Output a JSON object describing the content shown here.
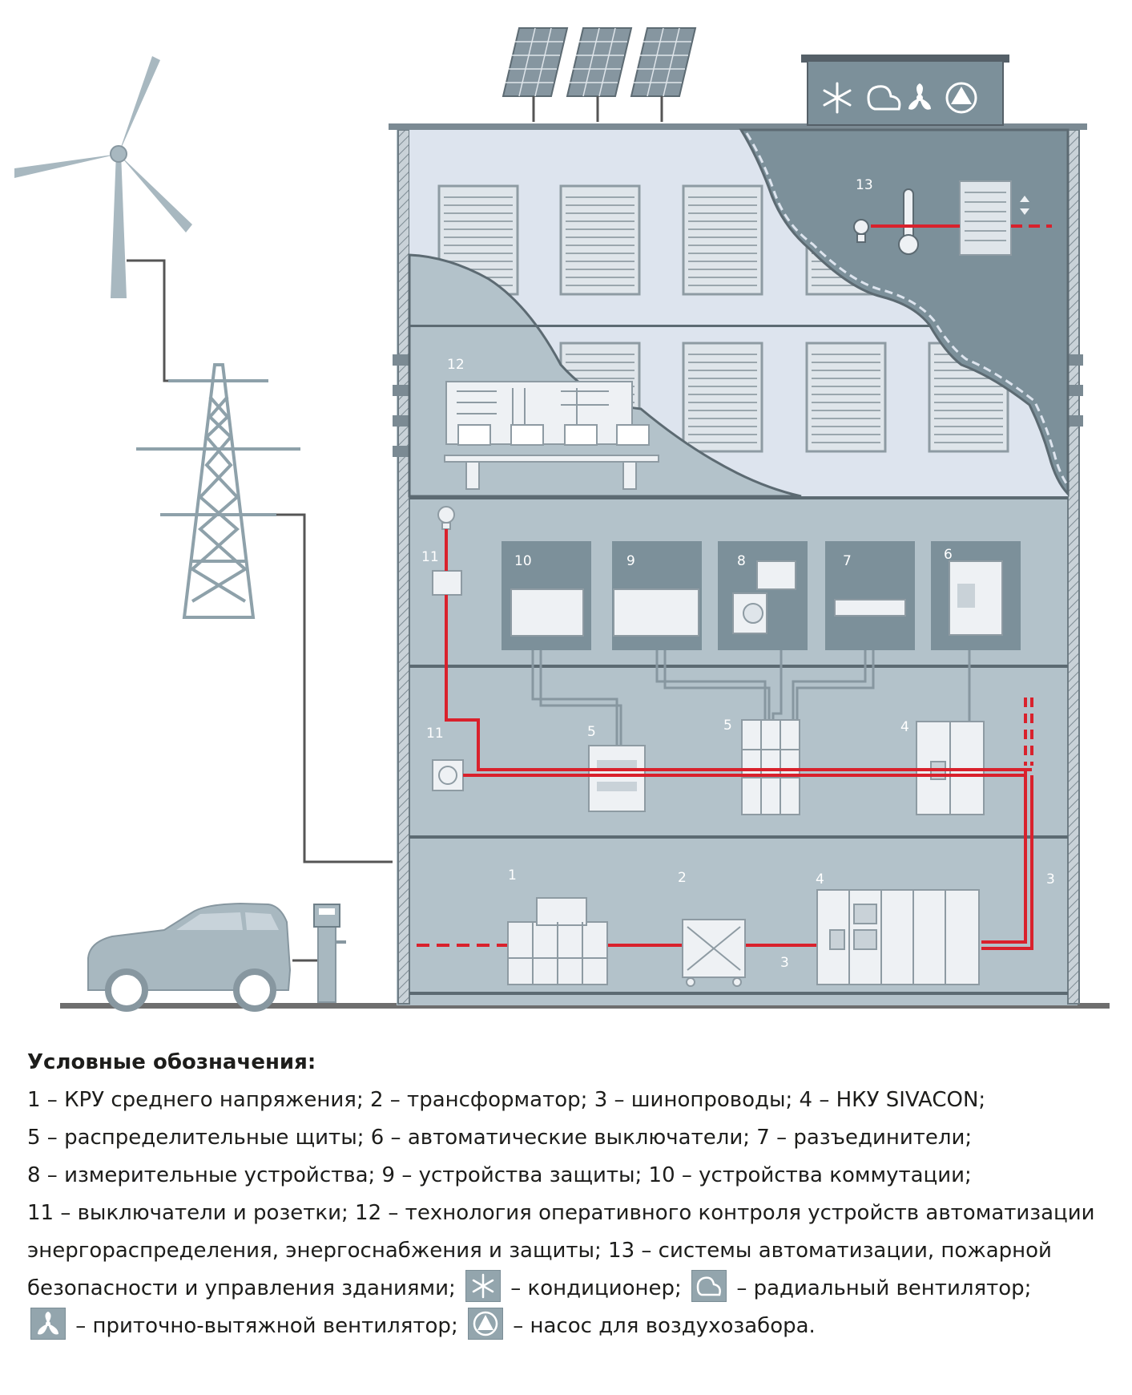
{
  "diagram": {
    "labels": {
      "n1": "1",
      "n2": "2",
      "n3a": "3",
      "n3b": "3",
      "n4a": "4",
      "n4b": "4",
      "n5a": "5",
      "n5b": "5",
      "n6": "6",
      "n7": "7",
      "n8": "8",
      "n9": "9",
      "n10": "10",
      "n11a": "11",
      "n11b": "11",
      "n12": "12",
      "n13": "13"
    },
    "rooftop_icons": [
      "snowflake-icon",
      "radial-fan-icon",
      "axial-fan-icon",
      "pump-icon"
    ],
    "colors": {
      "cable_red": "#d9212c",
      "building": "#b3c2ca",
      "dark_panel": "#7c909a",
      "light_room": "#dde4ee"
    }
  },
  "legend": {
    "title": "Условные обозначения:",
    "line1": "1 – КРУ среднего напряжения; 2 – трансформатор; 3 – шинопроводы; 4 – НКУ SIVACON;",
    "line2": "5 – распределительные щиты; 6 – автоматические выключатели; 7 – разъединители;",
    "line3": "8 – измерительные устройства; 9 – устройства защиты; 10 – устройства коммутации;",
    "line4": "11 – выключатели и розетки; 12 – технология оперативного контроля устройств автоматизации",
    "line5": "энергораспределения, энергоснабжения и защиты; 13 – системы автоматизации, пожарной",
    "line6_a": "безопасности и управления зданиями;",
    "line6_b": "– кондиционер;",
    "line6_c": "– радиальный вентилятор;",
    "line7_b": "– приточно-вытяжной вентилятор;",
    "line7_c": "– насос для воздухозабора."
  }
}
